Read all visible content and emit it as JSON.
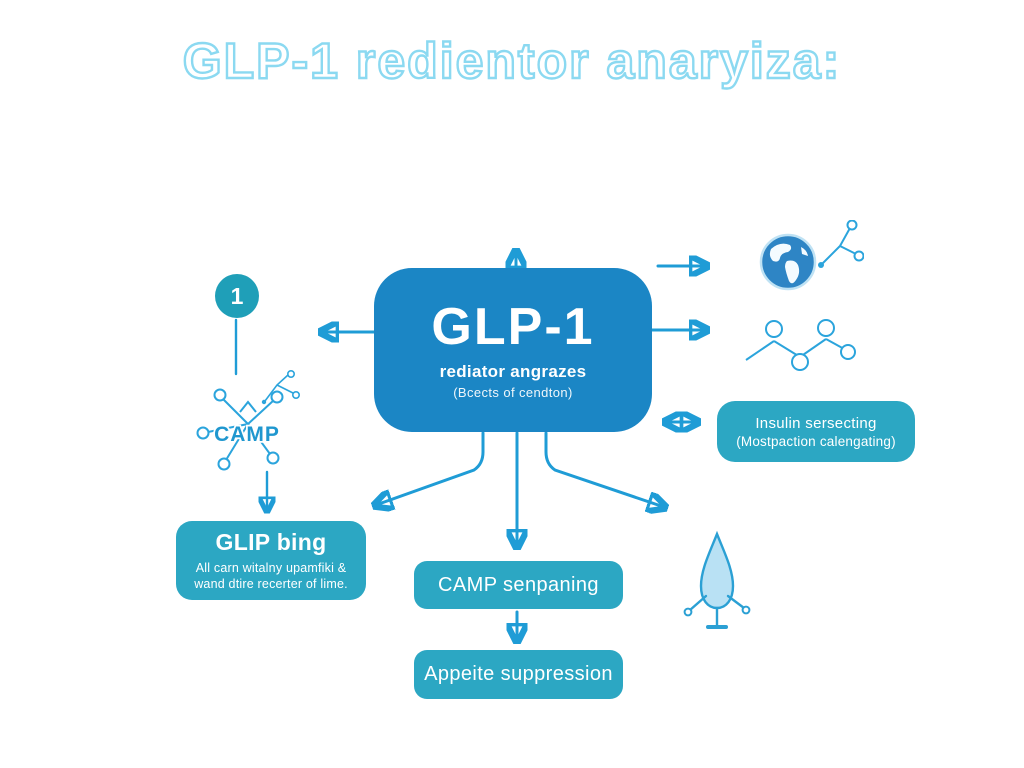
{
  "title": "GLP-1 redientor anaryiza:",
  "badge": {
    "number": "1"
  },
  "central_box": {
    "title": "GLP-1",
    "subtitle": "rediator angrazes",
    "caption": "(Bcects of cendton)"
  },
  "camp_molecule": {
    "label": "CAMP"
  },
  "boxes": {
    "glip_binding": {
      "title": "GLIP bing",
      "subtitle_line1": "All carn witalny upamfiki &",
      "subtitle_line2": "wand dtire recerter of lime."
    },
    "insulin_secretion": {
      "line1": "Insulin sersecting",
      "line2": "(Mostpaction calengating)"
    },
    "camp_signaling": {
      "label": "CAMP senpaning"
    },
    "appetite_suppression": {
      "label": "Appeite suppression"
    }
  },
  "icons": {
    "globe": "globe-icon",
    "small_molecule_top_right": "molecule-icon",
    "zigzag_structure": "chemical-structure-icon",
    "camp_molecule": "camp-molecule-icon",
    "small_molecule_left": "molecule-icon",
    "droplet_figure": "droplet-figure-icon"
  },
  "colors": {
    "primary_blue": "#1b86c5",
    "teal_box": "#2ca7c3",
    "arrow": "#1f9cd6",
    "title_outline": "#8bd9f1",
    "icon_stroke": "#2ba4dc",
    "droplet_fill": "#b9e1f4",
    "badge": "#1f9fb8"
  }
}
